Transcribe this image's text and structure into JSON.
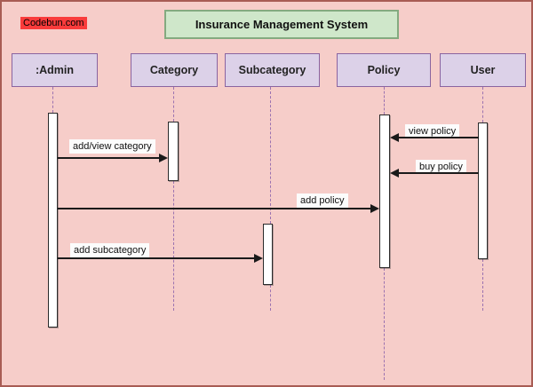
{
  "watermark": {
    "text": "Codebun.com"
  },
  "title": {
    "text": "Insurance Management System"
  },
  "participants": [
    {
      "id": "admin",
      "label": ":Admin"
    },
    {
      "id": "category",
      "label": "Category"
    },
    {
      "id": "subcategory",
      "label": "Subcategory"
    },
    {
      "id": "policy",
      "label": "Policy"
    },
    {
      "id": "user",
      "label": "User"
    }
  ],
  "messages": [
    {
      "from": ":Admin",
      "to": "Category",
      "label": "add/view category"
    },
    {
      "from": "User",
      "to": "Policy",
      "label": "view policy"
    },
    {
      "from": "User",
      "to": "Policy",
      "label": "buy policy"
    },
    {
      "from": ":Admin",
      "to": "Policy",
      "label": "add policy"
    },
    {
      "from": ":Admin",
      "to": "Subcategory",
      "label": "add subcategory"
    }
  ],
  "colors": {
    "canvas-bg": "#f6cdc9",
    "frame-border": "#a85c54",
    "participant-fill": "#dcd1e8",
    "participant-border": "#8a64a0",
    "title-fill": "#cfe7ca",
    "title-border": "#84aa80",
    "watermark-bg": "#f93b3b",
    "lifeline": "#9b72b0",
    "arrow": "#1a1a1a",
    "label-bg": "#fcfcfc"
  }
}
